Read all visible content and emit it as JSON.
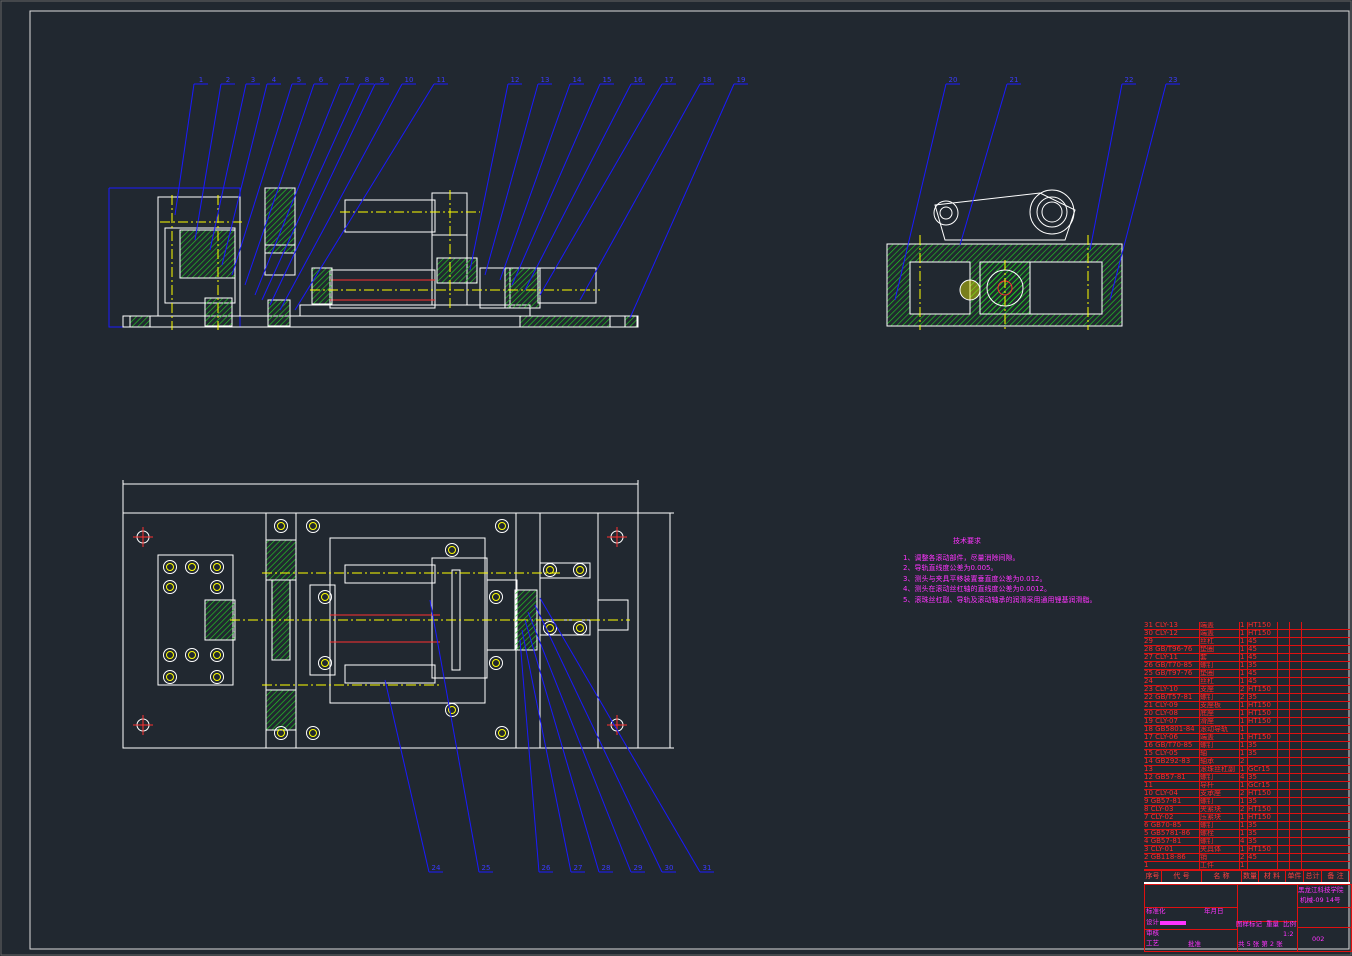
{
  "drawing": {
    "balloons_top": [
      "1",
      "2",
      "3",
      "4",
      "5",
      "6",
      "7",
      "8",
      "9",
      "10",
      "11",
      "12",
      "13",
      "14",
      "15",
      "16",
      "17",
      "18",
      "19"
    ],
    "balloons_side": [
      "20",
      "21",
      "22",
      "23"
    ],
    "balloons_bottom": [
      "24",
      "25",
      "26",
      "27",
      "28",
      "29",
      "30",
      "31"
    ]
  },
  "tech_requirements": {
    "title": "技术要求",
    "items": [
      "1、调整各滚动部件，尽量消除间隙。",
      "2、导轨直线度公差为0.005。",
      "3、测头与夹具平移装置垂直度公差为0.012。",
      "4、测头在滚动丝杠轴的直线度公差为0.0012。",
      "5、滚珠丝杠副、导轨及滚动轴承的润滑采用通用锂基润滑脂。"
    ]
  },
  "parts_list": [
    {
      "no": "31",
      "code": "CLY-13",
      "name": "端盖",
      "qty": "1",
      "mat": "HT150"
    },
    {
      "no": "30",
      "code": "CLY-12",
      "name": "端盖",
      "qty": "1",
      "mat": "HT150"
    },
    {
      "no": "29",
      "code": "",
      "name": "丝杠",
      "qty": "1",
      "mat": "45"
    },
    {
      "no": "28",
      "code": "GB/T96-76",
      "name": "垫圈",
      "qty": "1",
      "mat": "45"
    },
    {
      "no": "27",
      "code": "CLY-11",
      "name": "套",
      "qty": "1",
      "mat": "45"
    },
    {
      "no": "26",
      "code": "GB/T70-85",
      "name": "螺钉",
      "qty": "1",
      "mat": "35"
    },
    {
      "no": "25",
      "code": "GB/T97-76",
      "name": "垫圈",
      "qty": "1",
      "mat": "45"
    },
    {
      "no": "24",
      "code": "",
      "name": "丝杠",
      "qty": "1",
      "mat": "45"
    },
    {
      "no": "23",
      "code": "CLY-10",
      "name": "支座",
      "qty": "2",
      "mat": "HT150"
    },
    {
      "no": "22",
      "code": "GB/T57-81",
      "name": "螺钉",
      "qty": "2",
      "mat": "35"
    },
    {
      "no": "21",
      "code": "CLY-09",
      "name": "支座板",
      "qty": "1",
      "mat": "HT150"
    },
    {
      "no": "20",
      "code": "CLY-08",
      "name": "底座",
      "qty": "1",
      "mat": "HT150"
    },
    {
      "no": "19",
      "code": "CLY-07",
      "name": "滑座",
      "qty": "1",
      "mat": "HT150"
    },
    {
      "no": "18",
      "code": "GB5801-84",
      "name": "滚动导轨",
      "qty": "1",
      "mat": ""
    },
    {
      "no": "17",
      "code": "CLY-06",
      "name": "端盖",
      "qty": "1",
      "mat": "HT150"
    },
    {
      "no": "16",
      "code": "GB/T70-85",
      "name": "螺钉",
      "qty": "1",
      "mat": "35"
    },
    {
      "no": "15",
      "code": "CLY-05",
      "name": "轴",
      "qty": "1",
      "mat": "35"
    },
    {
      "no": "14",
      "code": "GB292-83",
      "name": "轴承",
      "qty": "2",
      "mat": ""
    },
    {
      "no": "13",
      "code": "",
      "name": "滚珠丝杠副",
      "qty": "1",
      "mat": "GCr15"
    },
    {
      "no": "12",
      "code": "GB57-81",
      "name": "螺钉",
      "qty": "4",
      "mat": "35"
    },
    {
      "no": "11",
      "code": "",
      "name": "导杆",
      "qty": "1",
      "mat": "GCr15"
    },
    {
      "no": "10",
      "code": "CLY-04",
      "name": "支承座",
      "qty": "2",
      "mat": "HT150"
    },
    {
      "no": "9",
      "code": "GB57-81",
      "name": "螺钉",
      "qty": "1",
      "mat": "35"
    },
    {
      "no": "8",
      "code": "CLY-03",
      "name": "夹紧块",
      "qty": "2",
      "mat": "HT150"
    },
    {
      "no": "7",
      "code": "CLY-02",
      "name": "压紧块",
      "qty": "1",
      "mat": "HT150"
    },
    {
      "no": "6",
      "code": "GB70-85",
      "name": "螺钉",
      "qty": "1",
      "mat": "35"
    },
    {
      "no": "5",
      "code": "GB5781-86",
      "name": "螺栓",
      "qty": "1",
      "mat": "35"
    },
    {
      "no": "4",
      "code": "GB57-81",
      "name": "螺钉",
      "qty": "4",
      "mat": "35"
    },
    {
      "no": "3",
      "code": "CLY-01",
      "name": "夹具体",
      "qty": "1",
      "mat": "HT150"
    },
    {
      "no": "2",
      "code": "GB118-86",
      "name": "销",
      "qty": "2",
      "mat": "45"
    },
    {
      "no": "1",
      "code": "",
      "name": "工件",
      "qty": "1",
      "mat": ""
    }
  ],
  "parts_header": [
    "序号",
    "代 号",
    "名 称",
    "数量",
    "材 料",
    "单件",
    "总计",
    "备 注"
  ],
  "title_block": {
    "school": "黑龙江科技学院",
    "class": "机械-09 14号",
    "mark_label": "图样标记",
    "weight_label": "重量",
    "scale_label": "比例",
    "scale": "1:2",
    "sheets": "共 5 张  第 2 张",
    "drawing_no": "002",
    "designer_label": "设计",
    "standard_label": "标准化",
    "checker_label": "审核",
    "process_label": "工艺",
    "approve_label": "批准",
    "date_label": "年月日"
  },
  "colors": {
    "background": "#212830",
    "outline": "#ffffff",
    "hatch": "#22cc22",
    "leader": "#1a1aff",
    "center": "#ffff00",
    "text": "#ff33ff",
    "table": "#e01010"
  }
}
